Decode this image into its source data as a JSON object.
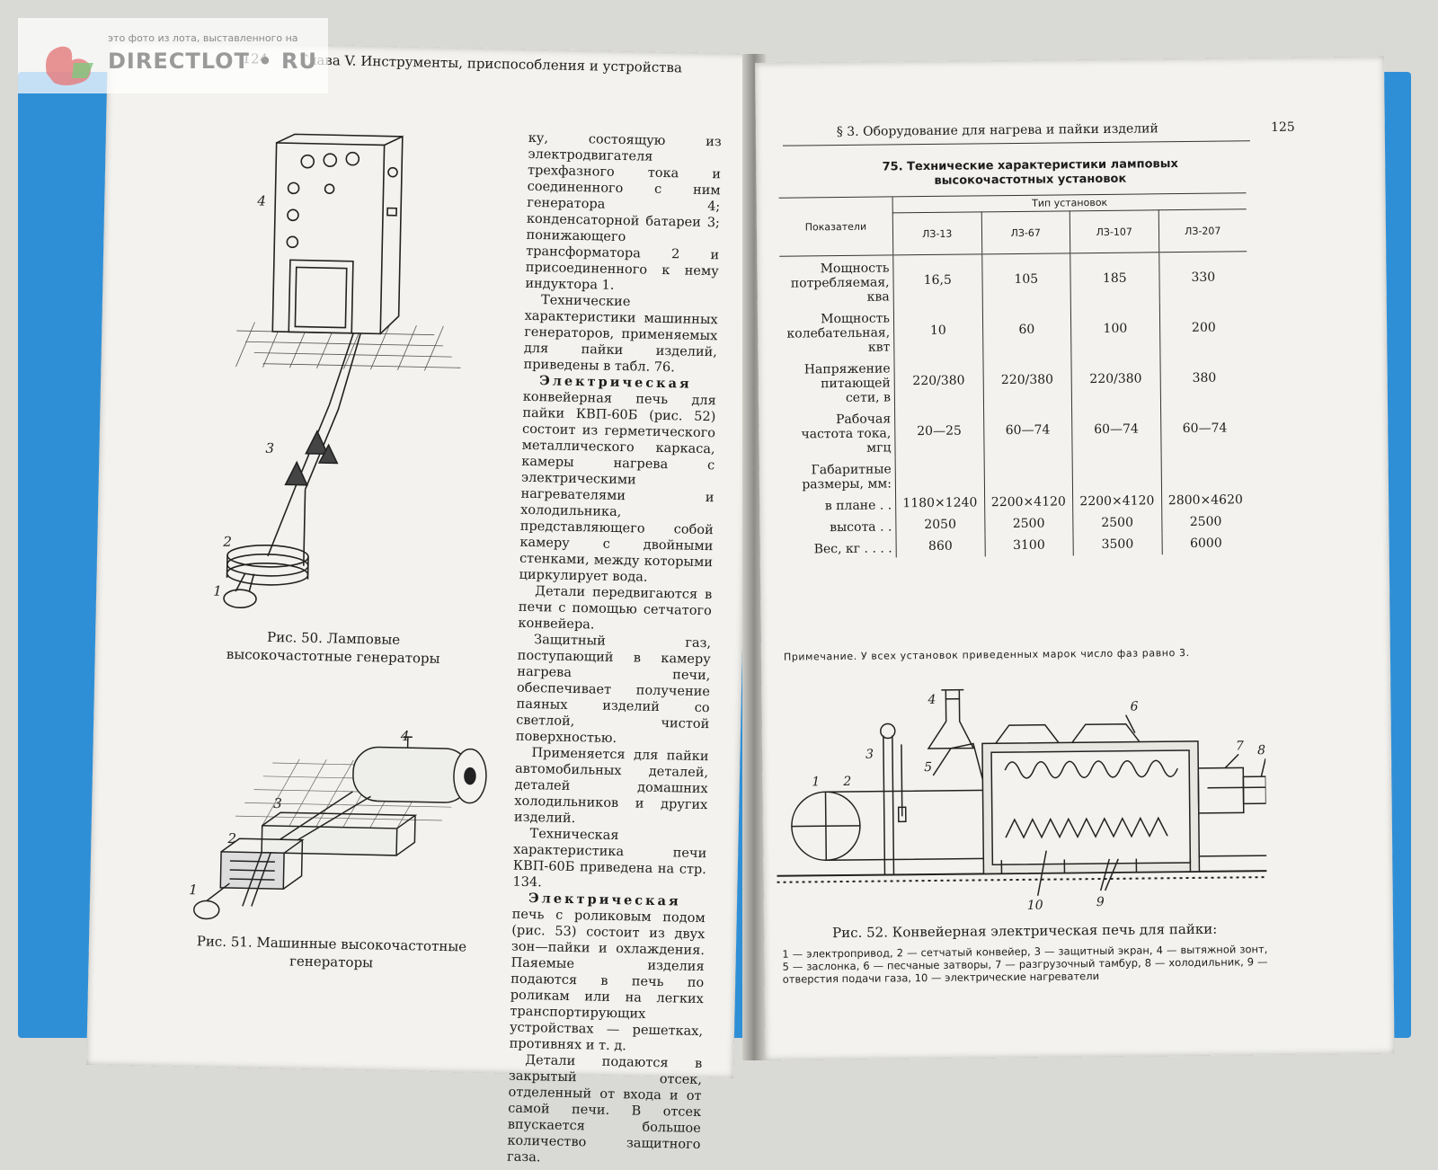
{
  "watermark": {
    "note": "это фото из лота, выставленного на",
    "brand": "DIRECTLOT • RU"
  },
  "left_page": {
    "page_number": "124",
    "running_head": "Глава V. Инструменты, приспособления и устройства",
    "paragraphs": [
      "ку, состоящую из электродвигателя трехфазного тока и соединенного с ним генератора 4; конденсаторной батареи 3; понижающего трансформатора 2 и присоединенного к нему индуктора 1.",
      "Технические характеристики машинных генераторов, применяемых для пайки изделий, приведены в табл. 76.",
      "конвейерная печь для пайки КВП-60Б (рис. 52) состоит из герметического металлического каркаса, камеры нагрева с электрическими нагревателями и холодильника, представляющего собой камеру с двойными стенками, между которыми циркулирует вода.",
      "Детали передвигаются в печи с помощью сетчатого конвейера.",
      "Защитный газ, поступающий в камеру нагрева печи, обеспечивает получение паяных изделий со светлой, чистой поверхностью.",
      "Применяется для пайки автомобильных деталей, деталей домашних холодильников и других изделий.",
      "Техническая характеристика печи КВП-60Б приведена на стр. 134.",
      "печь с роликовым подом (рис. 53) состоит из двух зон—пайки и охлаждения. Паяемые изделия подаются в печь по роликам или на легких транспортирующих устройствах — решетках, противнях и т. д.",
      "Детали подаются в закрытый отсек, отделенный от входа и от самой печи. В отсек впускается большое количество защитного газа."
    ],
    "spaced_words": [
      "Электрическая",
      "Электрическая"
    ],
    "fig50_caption": "Рис. 50. Ламповые высокочастотные генераторы",
    "fig51_caption": "Рис. 51. Машинные высокочастотные генераторы",
    "fig50_labels": [
      "4",
      "3",
      "2",
      "1"
    ],
    "fig51_labels": [
      "4",
      "3",
      "2",
      "1"
    ]
  },
  "right_page": {
    "page_number": "125",
    "running_head": "§ 3. Оборудование для нагрева и пайки изделий",
    "table_title": "75. Технические характеристики ламповых высокочастотных установок",
    "header_indicator": "Показатели",
    "header_group": "Тип установок",
    "columns": [
      "ЛЗ-13",
      "ЛЗ-67",
      "ЛЗ-107",
      "ЛЗ-207"
    ],
    "rows": [
      {
        "label": "Мощность потребляемая, ква",
        "values": [
          "16,5",
          "105",
          "185",
          "330"
        ]
      },
      {
        "label": "Мощность колебательная, квт",
        "values": [
          "10",
          "60",
          "100",
          "200"
        ]
      },
      {
        "label": "Напряжение питающей сети, в",
        "values": [
          "220/380",
          "220/380",
          "220/380",
          "380"
        ]
      },
      {
        "label": "Рабочая частота тока, мгц",
        "values": [
          "20—25",
          "60—74",
          "60—74",
          "60—74"
        ]
      },
      {
        "label": "Габаритные размеры, мм:",
        "values": [
          "",
          "",
          "",
          ""
        ]
      },
      {
        "label": "в плане . .",
        "values": [
          "1180×1240",
          "2200×4120",
          "2200×4120",
          "2800×4620"
        ]
      },
      {
        "label": "высота . .",
        "values": [
          "2050",
          "2500",
          "2500",
          "2500"
        ]
      },
      {
        "label": "Вес, кг . . . .",
        "values": [
          "860",
          "3100",
          "3500",
          "6000"
        ]
      }
    ],
    "note": "Примечание. У всех установок приведенных марок число фаз равно 3.",
    "fig52_caption": "Рис. 52. Конвейерная электрическая печь для пайки:",
    "fig52_legend": "1 — электропривод, 2 — сетчатый конвейер, 3 — защитный экран, 4 — вытяжной зонт, 5 — заслонка, 6 — песчаные затворы, 7 — разгрузочный тамбур, 8 — холодильник, 9 — отверстия подачи газа, 10 — электрические нагреватели",
    "fig52_labels": [
      "1",
      "2",
      "3",
      "4",
      "5",
      "6",
      "7",
      "8",
      "9",
      "10"
    ]
  }
}
